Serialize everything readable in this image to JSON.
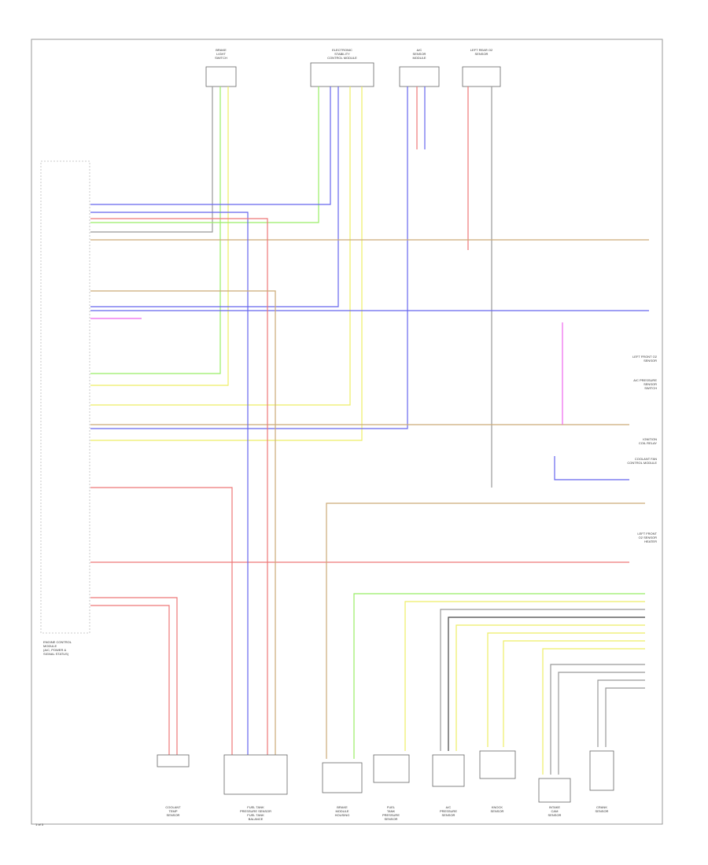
{
  "colors": {
    "blue": "#6666ee",
    "yellow": "#eeee66",
    "green": "#99ee66",
    "red": "#ee7777",
    "pink": "#ee66ee",
    "tan": "#ccaa77",
    "gray": "#999999",
    "black": "#444444"
  },
  "top_components": [
    "BRAKE\nLIGHT\nSWITCH",
    "ELECTRONIC\nSTABILITY\nCONTROL MODULE",
    "A/C\nSENSOR\nMODULE",
    "LEFT REAR O2\nSENSOR"
  ],
  "ecm_label": "ENGINE CONTROL\nMODULE\n(A/C, POWER &\nSIGNAL STATUS)",
  "bottom_components": [
    "COOLANT\nTEMP\nSENSOR",
    "FUEL TANK\nPRESSURE SENSOR\nFUEL TANK\nBALANCE",
    "BRAKE\nMODULE\nHOUSING",
    "FUEL\nTANK\nPRESSURE\nSENSOR",
    "A/C\nPRESSURE\nSENSOR",
    "KNOCK\nSENSOR",
    "INTAKE\nCAM\nSENSOR",
    "CRANK\nSENSOR"
  ],
  "right_labels": [
    "LEFT FRONT O2\nSENSOR",
    "A/C PRESSURE\nSENSOR\nSWITCH",
    "IGNITION\nCOIL RELAY",
    "COOLANT FAN\nCONTROL MODULE",
    "LEFT FRONT\nO2 SENSOR\nHEATER"
  ],
  "page_number": "1 of 3"
}
